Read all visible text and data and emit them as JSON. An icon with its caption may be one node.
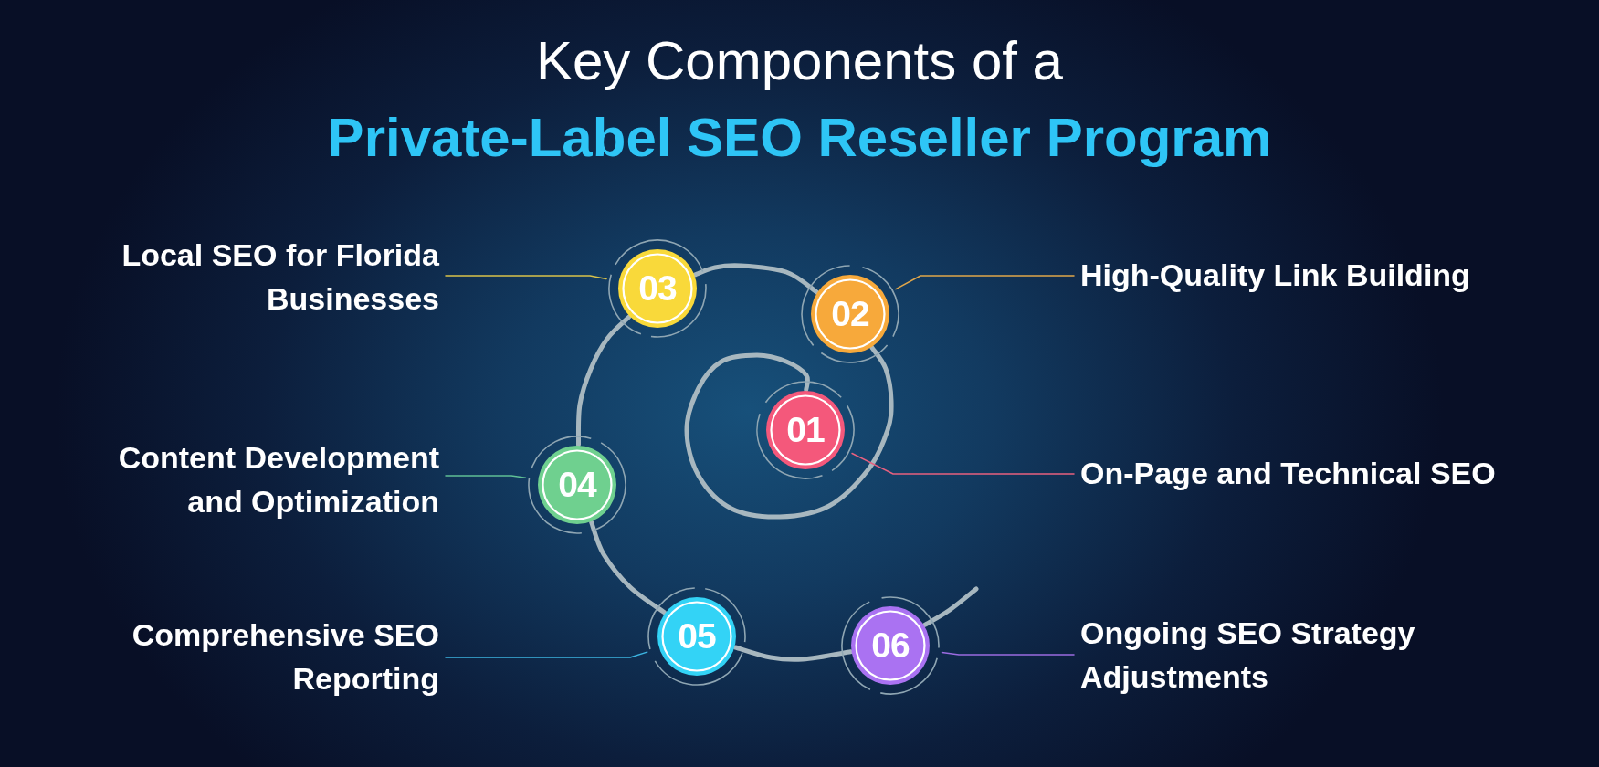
{
  "diagram": {
    "title": "Key Components of a **Private-Label SEO Reseller Program**",
    "nodes": [
      {
        "text": [
          "01"
        ]
      },
      {
        "text": [
          "02"
        ]
      },
      {
        "text": [
          "03"
        ]
      },
      {
        "text": [
          "04"
        ]
      },
      {
        "text": [
          "05"
        ]
      },
      {
        "text": [
          "06"
        ]
      },
      {
        "text": [
          "On-Page and Technical SEO"
        ]
      },
      {
        "text": [
          "High-Quality Link Building"
        ]
      },
      {
        "text": [
          "Local SEO for Florida Businesses"
        ]
      },
      {
        "text": [
          "Content Development and Optimization"
        ]
      },
      {
        "text": [
          "Comprehensive SEO Reporting"
        ]
      },
      {
        "text": [
          "Ongoing SEO Strategy Adjustments"
        ]
      }
    ],
    "edges": [
      {
        "from": 0,
        "to": 1,
        "arrow": "none",
        "style": "thick"
      },
      {
        "from": 1,
        "to": 2,
        "arrow": "none",
        "style": "thick"
      },
      {
        "from": 2,
        "to": 3,
        "arrow": "none",
        "style": "thick"
      },
      {
        "from": 3,
        "to": 4,
        "arrow": "none",
        "style": "thick"
      },
      {
        "from": 4,
        "to": 5,
        "arrow": "none",
        "style": "thick"
      },
      {
        "from": 5,
        "to": null,
        "arrow": "none",
        "style": "thick"
      },
      {
        "from": 6,
        "to": 0,
        "arrow": "none",
        "color": "#e8607f"
      },
      {
        "from": 7,
        "to": 1,
        "arrow": "none",
        "color": "#e0a64a"
      },
      {
        "from": 8,
        "to": 2,
        "arrow": "none",
        "color": "#d9c24a"
      },
      {
        "from": 9,
        "to": 3,
        "arrow": "none",
        "color": "#5fbf95"
      },
      {
        "from": 10,
        "to": 4,
        "arrow": "none",
        "color": "#3cb4e0"
      },
      {
        "from": 11,
        "to": 5,
        "arrow": "none",
        "color": "#9b6be0"
      }
    ]
  }
}
